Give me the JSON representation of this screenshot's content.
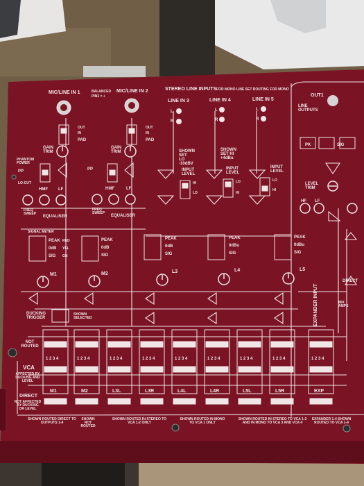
{
  "panel": {
    "color": "#7a1424",
    "line_color": "#f1e6e6",
    "labels": {
      "mic1": "MIC/LINE IN 1",
      "mic2": "MIC/LINE IN 2",
      "balanced": "BALANCED",
      "pin2": "PIN2 = +",
      "stereo_title": "STEREO LINE INPUTS",
      "stereo_sub": "FOR MONO LINE SET ROUTING FOR MONO",
      "line3": "LINE IN 3",
      "line4": "LINE IN 4",
      "line5": "LINE IN 5",
      "out1": "OUT1",
      "line_outputs": "LINE OUTPUTS",
      "gain_trim": "GAIN TRIM",
      "pad": "PAD",
      "phantom": "PHANTOM POWER",
      "pp": "PP",
      "lo_cut": "LO-CUT",
      "hmf": "HMF",
      "lf": "LF",
      "hf": "HF",
      "freq_sweep": "FREQ SWEEP",
      "equaliser": "EQUALISER",
      "signal_meter": "SIGNAL METER",
      "peak": "PEAK",
      "odb": "0dB",
      "odbu": "0dBu",
      "sig": "SIG",
      "red": "RED",
      "yel": "YEL",
      "gn": "GN",
      "shown_set_lo": "SHOWN SET LO -10dBV",
      "shown_set_hi": "SHOWN SET HI +4dBu",
      "input_level": "INPUT LEVEL",
      "hi": "HI",
      "lo": "LO",
      "level_trim": "LEVEL TRIM",
      "pk": "PK",
      "m1": "M1",
      "m2": "M2",
      "l3": "L3",
      "l4": "L4",
      "l5": "L5",
      "ducking": "DUCKING TRIGGER",
      "shown_selected": "SHOWN SELECTED",
      "direct": "DIRECT",
      "mix_amps": "MIX AMPS",
      "expander_input": "EXPANDER INPUT",
      "not_routed": "NOT ROUTED",
      "vca": "VCA",
      "vca_sub": "AFFECTED BY DUCKING AND LEVEL",
      "direct_left": "DIRECT",
      "direct_sub": "NOT AFFECTED BY DUCKING OR LEVEL",
      "nums": "1 2 3 4",
      "ch_m1": "M1",
      "ch_m2": "M2",
      "ch_l3l": "L3L",
      "ch_l3r": "L3R",
      "ch_l4l": "L4L",
      "ch_l4r": "L4R",
      "ch_l5l": "L5L",
      "ch_l5r": "L5R",
      "ch_exp": "EXP",
      "bot1": "SHOWN ROUTED DIRECT TO OUTPUTS 1-4",
      "bot2": "SHOWN NOT ROUTED",
      "bot3": "SHOWN ROUTED IN STEREO TO VCA 1-2 ONLY",
      "bot4": "SHOWN ROUTED IN MONO TO VCA 1 ONLY",
      "bot5": "SHOWN ROUTED IN STEREO TO VCA 1-2 AND IN MONO TO VCA 3 AND VCA 4",
      "bot6": "EXPANDER 1-4 SHOWN ROUTED TO VCA 1-4",
      "l": "L",
      "r": "R",
      "out": "OUT",
      "in": "IN"
    }
  }
}
